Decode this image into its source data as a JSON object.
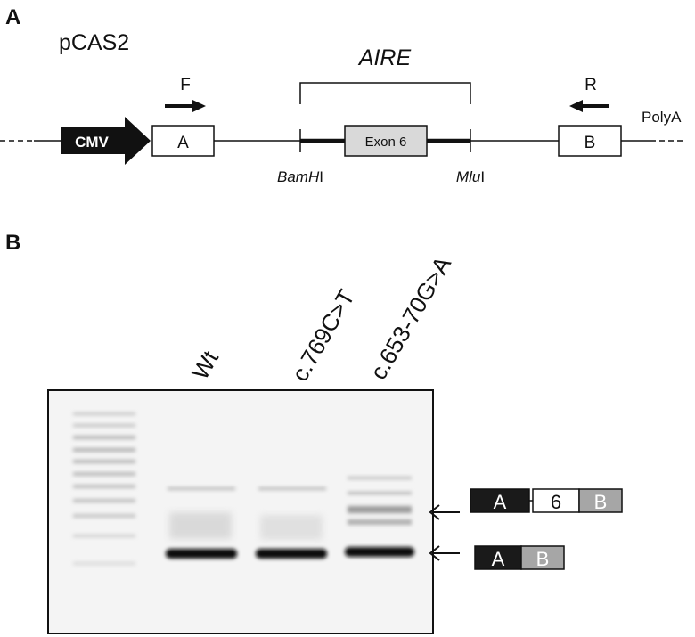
{
  "panel_a": {
    "letter": "A",
    "plasmid": "pCAS2",
    "gene": "AIRE",
    "promoter": "CMV",
    "exon_a": "A",
    "exon_b": "B",
    "exon_6": "Exon 6",
    "primer_f": "F",
    "primer_r": "R",
    "polya": "PolyA",
    "site_bamhi_italic": "BamH",
    "site_bamhi_roman": "I",
    "site_mlui_italic": "Mlu",
    "site_mlui_roman": "I"
  },
  "panel_b": {
    "letter": "B",
    "lanes": [
      "Wt",
      "c.769C>T",
      "c.653-70G>A"
    ],
    "products": [
      {
        "segments": [
          "A",
          "6",
          "B"
        ]
      },
      {
        "segments": [
          "A",
          "B"
        ]
      }
    ]
  },
  "colors": {
    "exon_a_fill": "#1a1a1a",
    "exon_b_fill": "#a6a6a6",
    "exon_6_fill": "#d9d9d9",
    "gel_background": "#f4f4f4",
    "band": "#0d0d0d"
  }
}
